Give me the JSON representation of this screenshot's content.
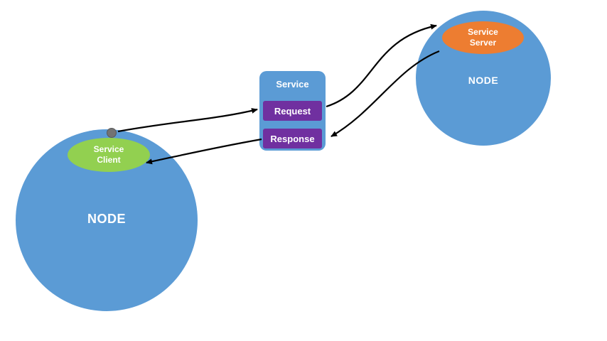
{
  "diagram": {
    "left_node": {
      "label": "NODE",
      "client": {
        "line1": "Service",
        "line2": "Client"
      }
    },
    "right_node": {
      "label": "NODE",
      "server": {
        "line1": "Service",
        "line2": "Server"
      }
    },
    "service_box": {
      "title": "Service",
      "request_label": "Request",
      "response_label": "Response"
    },
    "colors": {
      "node_blue": "#5b9bd5",
      "client_green": "#92d050",
      "server_orange": "#ed7d31",
      "action_purple": "#7030a0",
      "dot_gray": "#737373",
      "arrow_black": "#000000",
      "background": "#ffffff",
      "text_white": "#ffffff"
    }
  }
}
